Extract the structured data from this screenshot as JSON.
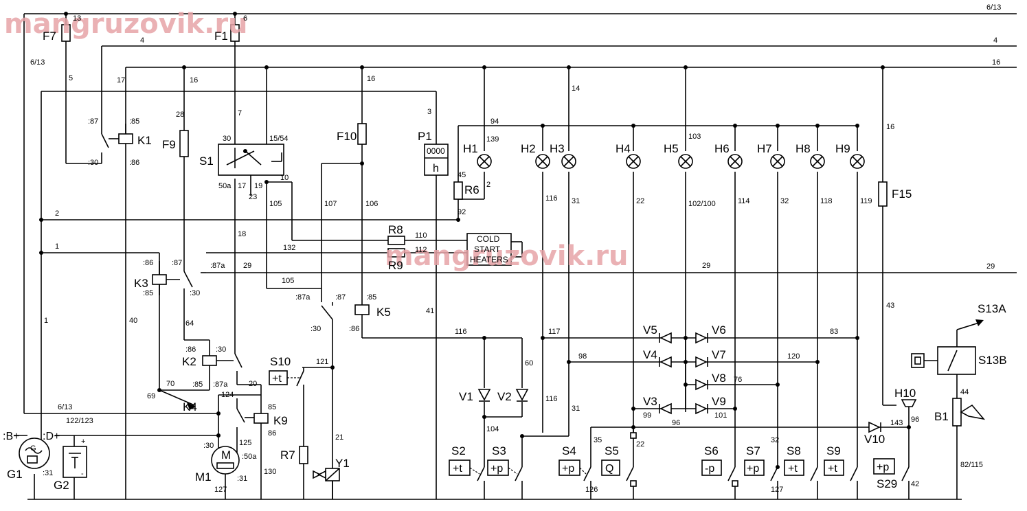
{
  "watermark": "mangruzovik.ru",
  "watermark2": "mangruzovik.ru",
  "wire_labels": {
    "w613top": "6/13",
    "w4top": "4",
    "w16top": "16",
    "w29right": "29",
    "w13": "13",
    "w6": "6",
    "w5": "5",
    "w17": "17",
    "w16a": "16",
    "w28": "28",
    "w7": "7",
    "w16b": "16",
    "w14": "14",
    "w3": "3",
    "w94": "94",
    "w139": "139",
    "w103": "103",
    "w16c": "16",
    "w45": "45",
    "w92": "92",
    "w2a": "2",
    "w2b": "2",
    "w1a": "1",
    "w1b": "1",
    "w40": "40",
    "w105a": "105",
    "w107": "107",
    "w106": "106",
    "w41": "41",
    "w18": "18",
    "w10": "10",
    "w23": "23",
    "w132": "132",
    "w112": "112",
    "w110": "110",
    "w29mid": "29",
    "w105b": "105",
    "w64": "64",
    "w70": "70",
    "w69": "69",
    "w20": "20",
    "w124": "124",
    "w121": "121",
    "w21": "21",
    "w125": "125",
    "w130": "130",
    "w127a": "127",
    "w116a": "116",
    "w31a": "31",
    "w22a": "22",
    "w102": "102/100",
    "w114": "114",
    "w32a": "32",
    "w118": "118",
    "w119": "119",
    "w43": "43",
    "w83": "83",
    "w116b": "116",
    "w117": "117",
    "w60": "60",
    "w98": "98",
    "w120": "120",
    "w76": "76",
    "w99": "99",
    "w96a": "96",
    "w101": "101",
    "w116c": "116",
    "w104": "104",
    "w31b": "31",
    "w35": "35",
    "w22b": "22",
    "w126": "126",
    "w32b": "32",
    "w127b": "127",
    "w143": "143",
    "w96b": "96",
    "w42": "42",
    "w44": "44",
    "w82": "82/115",
    "w613mid": "6/13",
    "w122": "122/123",
    "w19": "19",
    "w30s1": "30",
    "w1554": "15/54",
    "w50a": "50a",
    "w17b": "17"
  },
  "pins": {
    "k1_87": ":87",
    "k1_85": ":85",
    "k1_30": ":30",
    "k1_86": ":86",
    "k3_86": ":86",
    "k3_87": ":87",
    "k3_87a": ":87a",
    "k3_85": ":85",
    "k3_30": ":30",
    "k2_86": ":86",
    "k2_30": ":30",
    "k2_85": ":85",
    "k2_87a": ":87a",
    "k5_87a": ":87a",
    "k5_87": ":87",
    "k5_85": ":85",
    "k5_30": ":30",
    "k5_86": ":86",
    "k9_85": "85",
    "k9_86": "86",
    "g1_b": ":B+",
    "g1_d": ":D+",
    "g1_31": ":31",
    "g1_g": "G",
    "m1_30": ":30",
    "m1_50a": ":50a",
    "m1_31": ":31",
    "g2_plus": "+",
    "g2_minus": "-"
  },
  "components": {
    "F7": "F7",
    "F1": "F1",
    "F9": "F9",
    "F10": "F10",
    "F15": "F15",
    "K1": "K1",
    "K2": "K2",
    "K3": "K3",
    "K4": "K4",
    "K5": "K5",
    "K9": "K9",
    "S1": "S1",
    "S2": "S2",
    "S3": "S3",
    "S4": "S4",
    "S5": "S5",
    "S6": "S6",
    "S7": "S7",
    "S8": "S8",
    "S9": "S9",
    "S10": "S10",
    "S29": "S29",
    "S13A": "S13A",
    "S13B": "S13B",
    "P1": "P1",
    "R6": "R6",
    "R7": "R7",
    "R8": "R8",
    "R9": "R9",
    "H1": "H1",
    "H2": "H2",
    "H3": "H3",
    "H4": "H4",
    "H5": "H5",
    "H6": "H6",
    "H7": "H7",
    "H8": "H8",
    "H9": "H9",
    "H10": "H10",
    "V1": "V1",
    "V2": "V2",
    "V3": "V3",
    "V4": "V4",
    "V5": "V5",
    "V6": "V6",
    "V7": "V7",
    "V8": "V8",
    "V9": "V9",
    "V10": "V10",
    "G1": "G1",
    "G2": "G2",
    "M1": "M1",
    "M": "M",
    "Y1": "Y1",
    "B1": "B1"
  },
  "switch_boxes": {
    "s2": "+t",
    "s3": "+p",
    "s4": "+p",
    "s5": "Q",
    "s6": "-p",
    "s7": "+p",
    "s8": "+t",
    "s9": "+t",
    "s10": "+t",
    "s29": "+p"
  },
  "p1_box": {
    "top": "0000",
    "bottom": "h"
  },
  "cold_start": {
    "line1": "COLD",
    "line2": "START",
    "line3": "HEATERS"
  }
}
